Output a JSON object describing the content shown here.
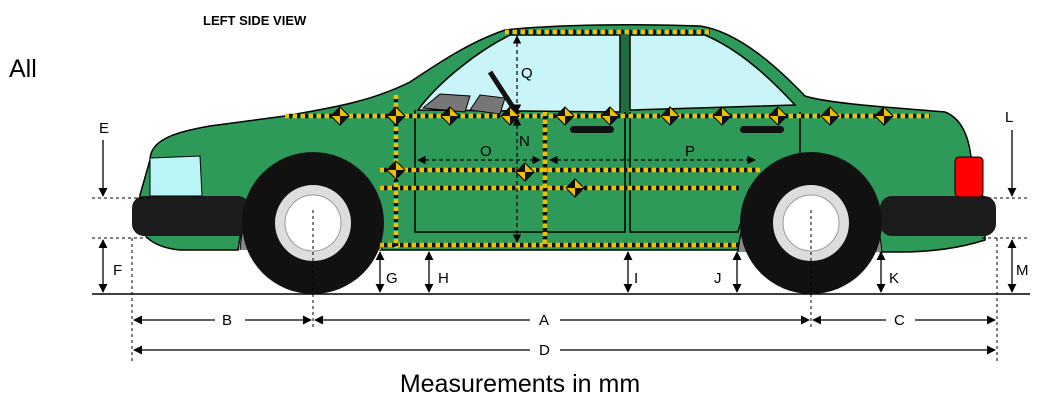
{
  "diagram": {
    "title": "LEFT SIDE VIEW",
    "side_text": "All",
    "caption": "Measurements in mm",
    "colors": {
      "body": "#2e9a5a",
      "glass": "#c9f4f8",
      "tire": "#111111",
      "hubcap": "#ffffff",
      "bumper": "#1c1c1c",
      "taillight": "#ff0000",
      "headlight": "#b9f4f6",
      "tape_yellow": "#f0c000",
      "tape_black": "#111111"
    },
    "labels": {
      "A": "A",
      "B": "B",
      "C": "C",
      "D": "D",
      "E": "E",
      "F": "F",
      "G": "G",
      "H": "H",
      "I": "I",
      "J": "J",
      "K": "K",
      "L": "L",
      "M": "M",
      "N": "N",
      "O": "O",
      "P": "P",
      "Q": "Q"
    },
    "icons": [
      "target-marker-icon",
      "steering-wheel-icon",
      "door-handle-icon"
    ]
  }
}
